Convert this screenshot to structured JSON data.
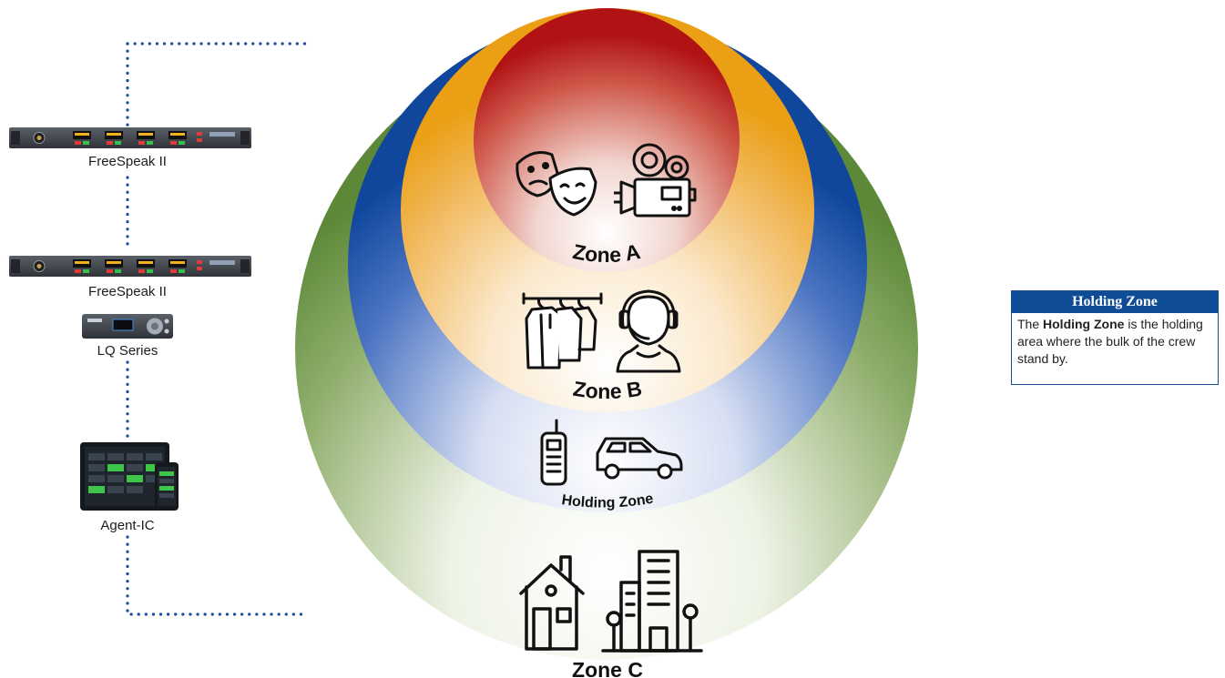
{
  "devices": [
    {
      "id": "freespeak-1",
      "label": "FreeSpeak II",
      "icon": "rack-unit-icon"
    },
    {
      "id": "freespeak-2",
      "label": "FreeSpeak II",
      "icon": "rack-unit-icon"
    },
    {
      "id": "lq",
      "label": "LQ Series",
      "icon": "lq-device-icon"
    },
    {
      "id": "agent-ic",
      "label": "Agent-IC",
      "icon": "tablet-phone-icon"
    }
  ],
  "zones": [
    {
      "id": "zone-c",
      "label": "Zone C",
      "color": "#5f8a3a",
      "icons": [
        "house-icon",
        "office-building-icon"
      ]
    },
    {
      "id": "zone-hold",
      "label": "Holding Zone",
      "color": "#1a4ea0",
      "icons": [
        "walkie-talkie-icon",
        "car-icon"
      ]
    },
    {
      "id": "zone-b",
      "label": "Zone B",
      "color": "#eda31f",
      "icons": [
        "clothes-rack-icon",
        "headset-operator-icon"
      ]
    },
    {
      "id": "zone-a",
      "label": "Zone A",
      "color": "#b91616",
      "icons": [
        "theater-masks-icon",
        "film-camera-icon"
      ]
    }
  ],
  "info": {
    "title": "Holding Zone",
    "text_prefix": "The ",
    "text_bold": "Holding Zone",
    "text_rest": " is the holding area where the bulk of the crew stand by."
  },
  "colors": {
    "connector": "#1a4ea0",
    "info_header": "#0e4c96"
  }
}
